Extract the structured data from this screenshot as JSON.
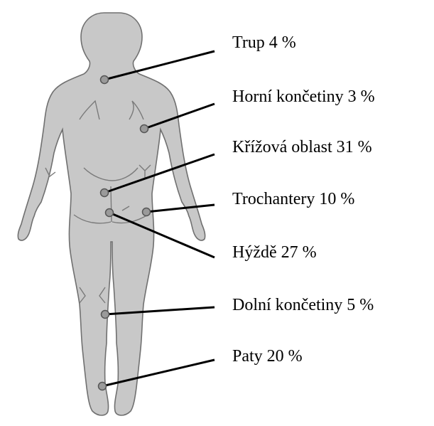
{
  "diagram": {
    "colors": {
      "figure_fill": "#c8c8c8",
      "figure_stroke": "#707070",
      "leader_line": "#000000",
      "marker_fill": "#9a9a9a",
      "marker_stroke": "#555555",
      "text": "#000000"
    },
    "labels": [
      {
        "id": "trup",
        "text": "Trup 4 %"
      },
      {
        "id": "horni-koncetiny",
        "text": "Horní končetiny 3 %"
      },
      {
        "id": "krizova-oblast",
        "text": "Křížová oblast 31 %"
      },
      {
        "id": "trochantery",
        "text": "Trochantery 10 %"
      },
      {
        "id": "hyzde",
        "text": "Hýždě 27 %"
      },
      {
        "id": "dolni-koncetiny",
        "text": "Dolní končetiny 5 %"
      },
      {
        "id": "paty",
        "text": "Paty 20 %"
      }
    ]
  }
}
